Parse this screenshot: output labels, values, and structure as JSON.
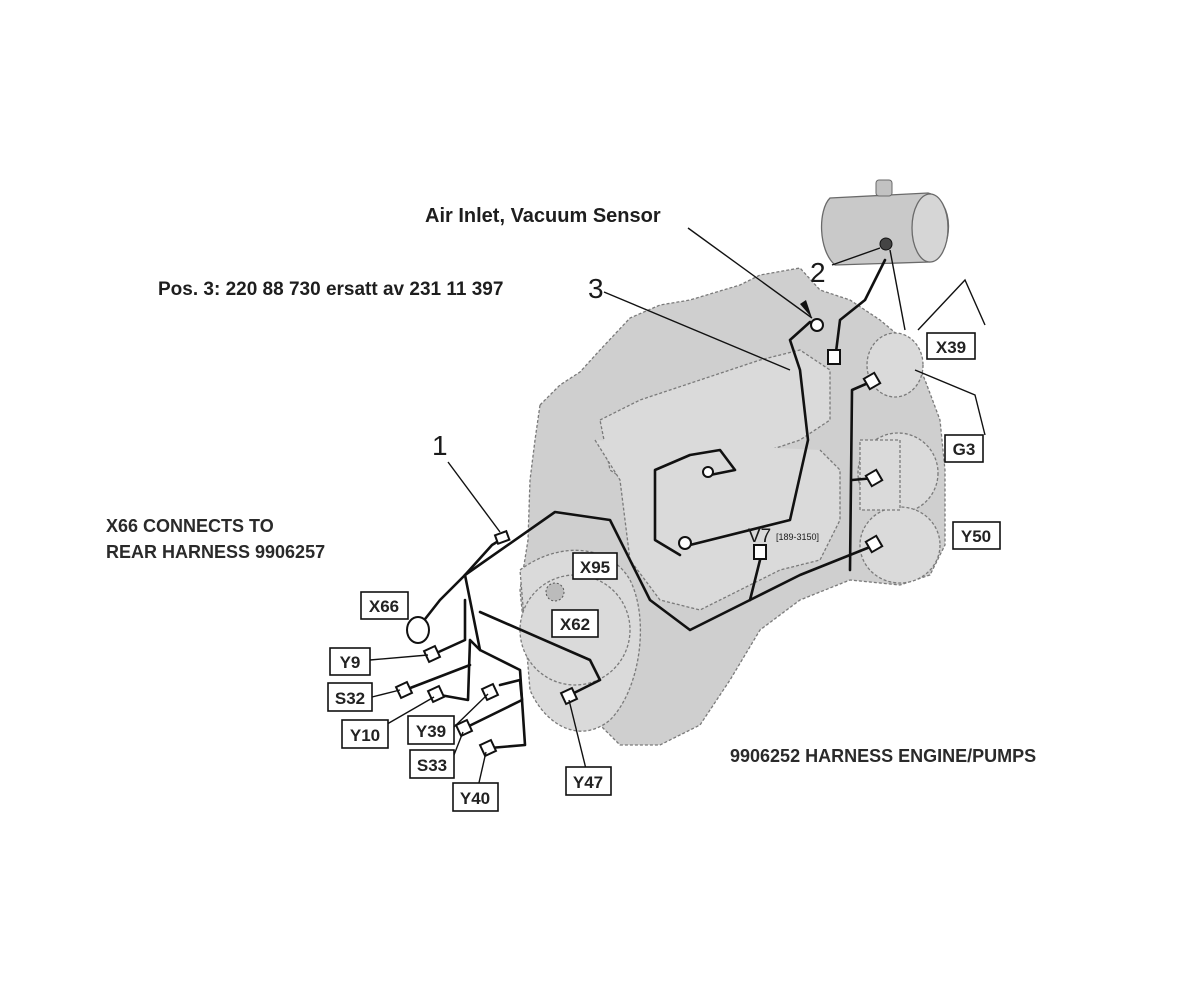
{
  "header": {
    "air_inlet": "Air Inlet, Vacuum Sensor",
    "pos_note": "Pos. 3: 220 88 730 ersatt av 231 11 397"
  },
  "notes": {
    "x66_line1": "X66 CONNECTS TO",
    "x66_line2": "REAR HARNESS 9906257",
    "harness": "9906252 HARNESS ENGINE/PUMPS"
  },
  "callouts": {
    "one": "1",
    "two": "2",
    "three": "3"
  },
  "labels": {
    "x39": "X39",
    "g3": "G3",
    "y50": "Y50",
    "v7": "V7",
    "v7_sub": "[189-3150]",
    "x95": "X95",
    "x62": "X62",
    "x66": "X66",
    "y9": "Y9",
    "s32": "S32",
    "y10": "Y10",
    "y39": "Y39",
    "s33": "S33",
    "y40": "Y40",
    "y47": "Y47"
  }
}
